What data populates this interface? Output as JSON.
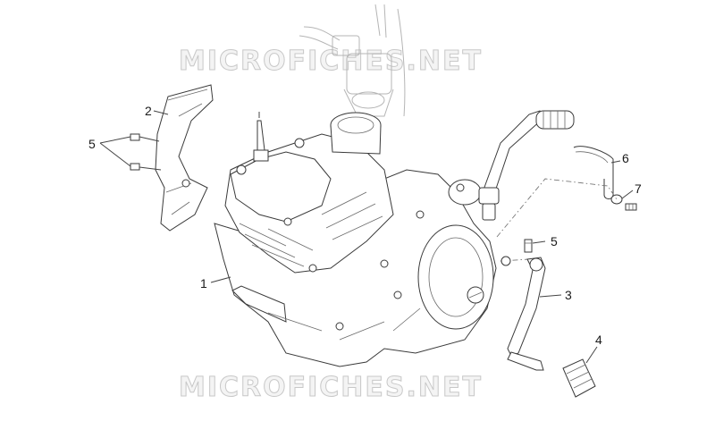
{
  "watermark": {
    "top": "MICROFICHES.NET",
    "bottom": "MICROFICHES.NET"
  },
  "callouts": [
    {
      "id": "1",
      "label": "1"
    },
    {
      "id": "2",
      "label": "2"
    },
    {
      "id": "3",
      "label": "3"
    },
    {
      "id": "4",
      "label": "4"
    },
    {
      "id": "5a",
      "label": "5"
    },
    {
      "id": "5b",
      "label": "5"
    },
    {
      "id": "6",
      "label": "6"
    },
    {
      "id": "7",
      "label": "7"
    }
  ],
  "colors": {
    "line": "#3a3a3a",
    "watermark_stroke": "#c8c8c8",
    "background": "#ffffff"
  }
}
